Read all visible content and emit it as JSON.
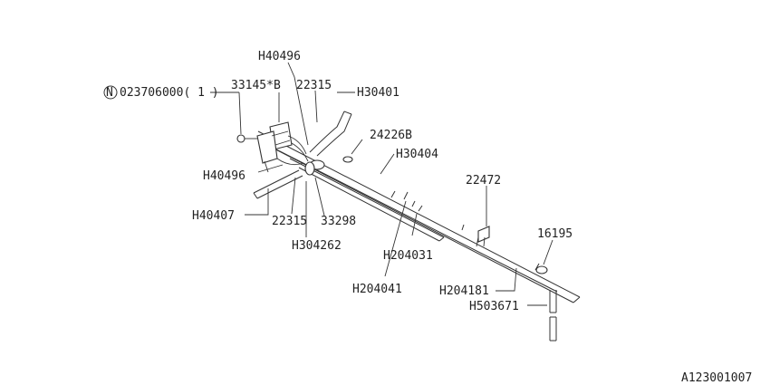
{
  "labels": {
    "note_n": "N",
    "note_part": "023706000( 1 )",
    "p33145b": "33145*B",
    "p22315_top": "22315",
    "h30401": "H30401",
    "h40496_top": "H40496",
    "p24226b": "24226B",
    "h30404": "H30404",
    "h40496_mid": "H40496",
    "h40407": "H40407",
    "p22315_bot": "22315",
    "p33298": "33298",
    "h304262": "H304262",
    "p22472": "22472",
    "h204031": "H204031",
    "p16195": "16195",
    "h204041": "H204041",
    "h204181": "H204181",
    "h503671": "H503671",
    "figure_id": "A123001007"
  }
}
